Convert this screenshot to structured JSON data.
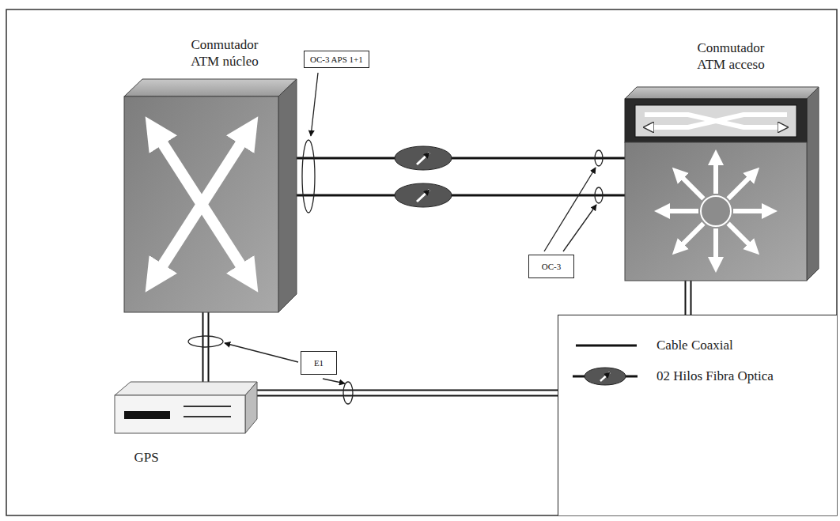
{
  "diagram": {
    "nodes": [
      {
        "text": [
          "Conmutador ATM núcleo"
        ]
      },
      {
        "text": [
          "Conmutador ATM acceso"
        ]
      },
      {
        "text": [
          "GPS"
        ]
      }
    ],
    "edges": [
      {
        "from": 0,
        "to": 1,
        "arrow": "none"
      },
      {
        "from": 0,
        "to": 1,
        "arrow": "none"
      },
      {
        "from": 2,
        "to": 0,
        "arrow": "none"
      },
      {
        "from": 2,
        "to": 1,
        "arrow": "none"
      }
    ],
    "labels": [
      "OC-3 APS 1+1",
      "OC-3",
      "E1"
    ],
    "legend": [
      {
        "text": "Cable Coaxial"
      },
      {
        "text": "02 Hilos Fibra Optica"
      }
    ]
  }
}
